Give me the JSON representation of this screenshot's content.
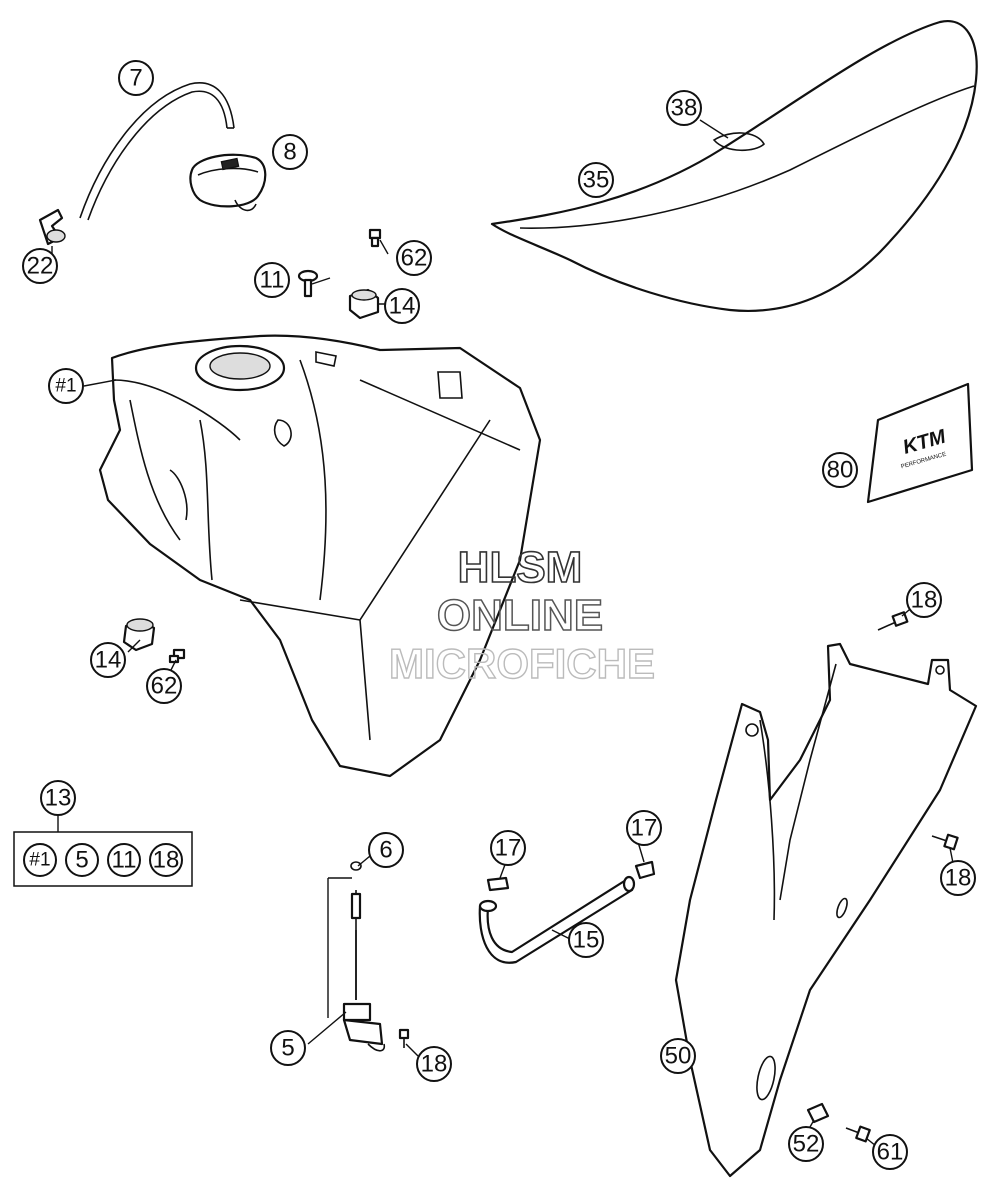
{
  "callouts": [
    {
      "id": "c-7",
      "label": "7"
    },
    {
      "id": "c-8",
      "label": "8"
    },
    {
      "id": "c-22",
      "label": "22"
    },
    {
      "id": "c-11",
      "label": "11"
    },
    {
      "id": "c-62a",
      "label": "62"
    },
    {
      "id": "c-14a",
      "label": "14"
    },
    {
      "id": "c-38",
      "label": "38"
    },
    {
      "id": "c-35",
      "label": "35"
    },
    {
      "id": "c-1",
      "label": "#1"
    },
    {
      "id": "c-80",
      "label": "80"
    },
    {
      "id": "c-14b",
      "label": "14"
    },
    {
      "id": "c-62b",
      "label": "62"
    },
    {
      "id": "c-18a",
      "label": "18"
    },
    {
      "id": "c-13",
      "label": "13"
    },
    {
      "id": "c-6",
      "label": "6"
    },
    {
      "id": "c-17a",
      "label": "17"
    },
    {
      "id": "c-17b",
      "label": "17"
    },
    {
      "id": "c-15",
      "label": "15"
    },
    {
      "id": "c-18b",
      "label": "18"
    },
    {
      "id": "c-5",
      "label": "5"
    },
    {
      "id": "c-18c",
      "label": "18"
    },
    {
      "id": "c-50",
      "label": "50"
    },
    {
      "id": "c-52",
      "label": "52"
    },
    {
      "id": "c-61",
      "label": "61"
    }
  ],
  "kit_box": {
    "items": [
      "#1",
      "5",
      "11",
      "18"
    ]
  },
  "watermark": {
    "line1": "HLSM",
    "line2": "ONLINE",
    "line3": "MICROFICHE"
  },
  "decal_logo": {
    "brand": "KTM",
    "sub": "PERFORMANCE"
  }
}
